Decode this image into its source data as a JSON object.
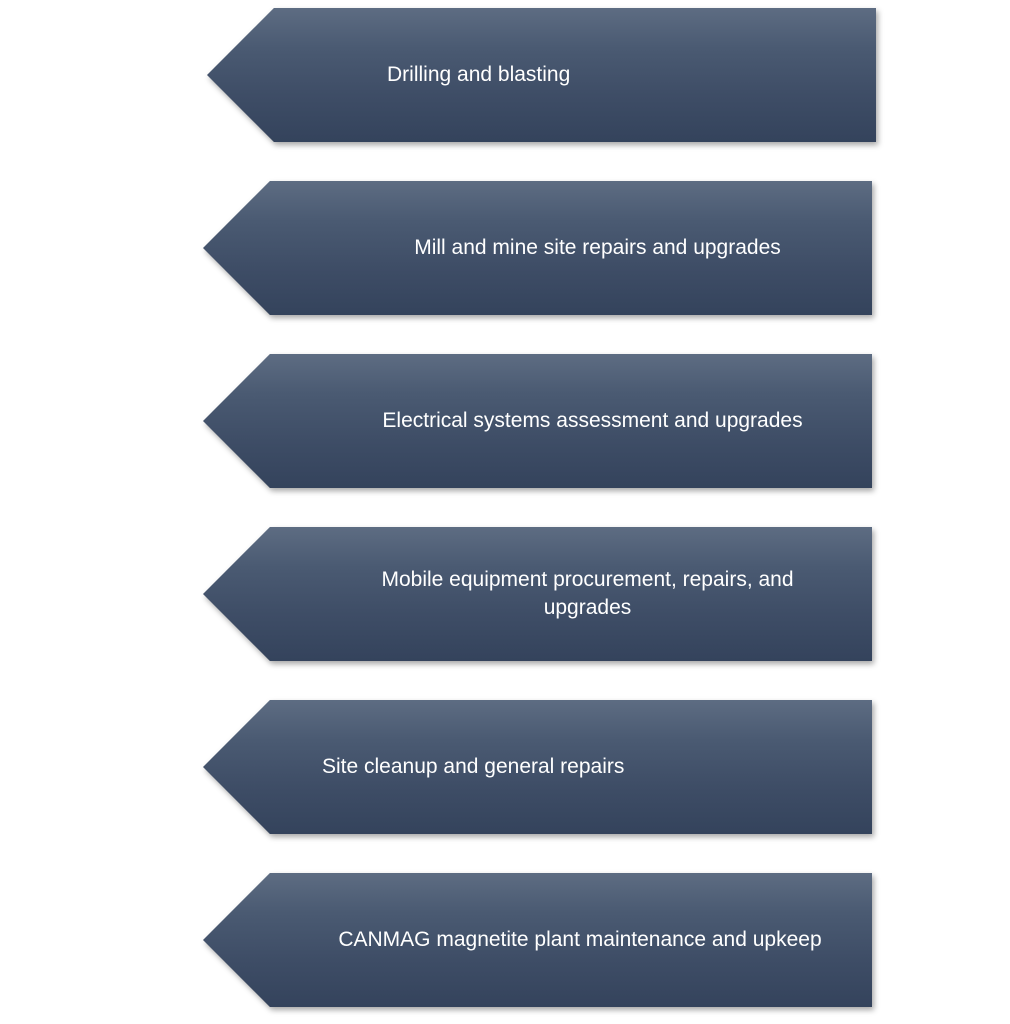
{
  "steps": [
    {
      "label": "Drilling and blasting"
    },
    {
      "label": "Mill and mine site repairs and upgrades"
    },
    {
      "label": "Electrical systems assessment and upgrades"
    },
    {
      "label": "Mobile equipment procurement, repairs, and\nupgrades"
    },
    {
      "label": "Site cleanup and general repairs"
    },
    {
      "label": "CANMAG magnetite plant maintenance and upkeep"
    }
  ],
  "colors": {
    "arrow_top": "#5d6c82",
    "arrow_bottom": "#34435c",
    "text": "#ffffff"
  }
}
